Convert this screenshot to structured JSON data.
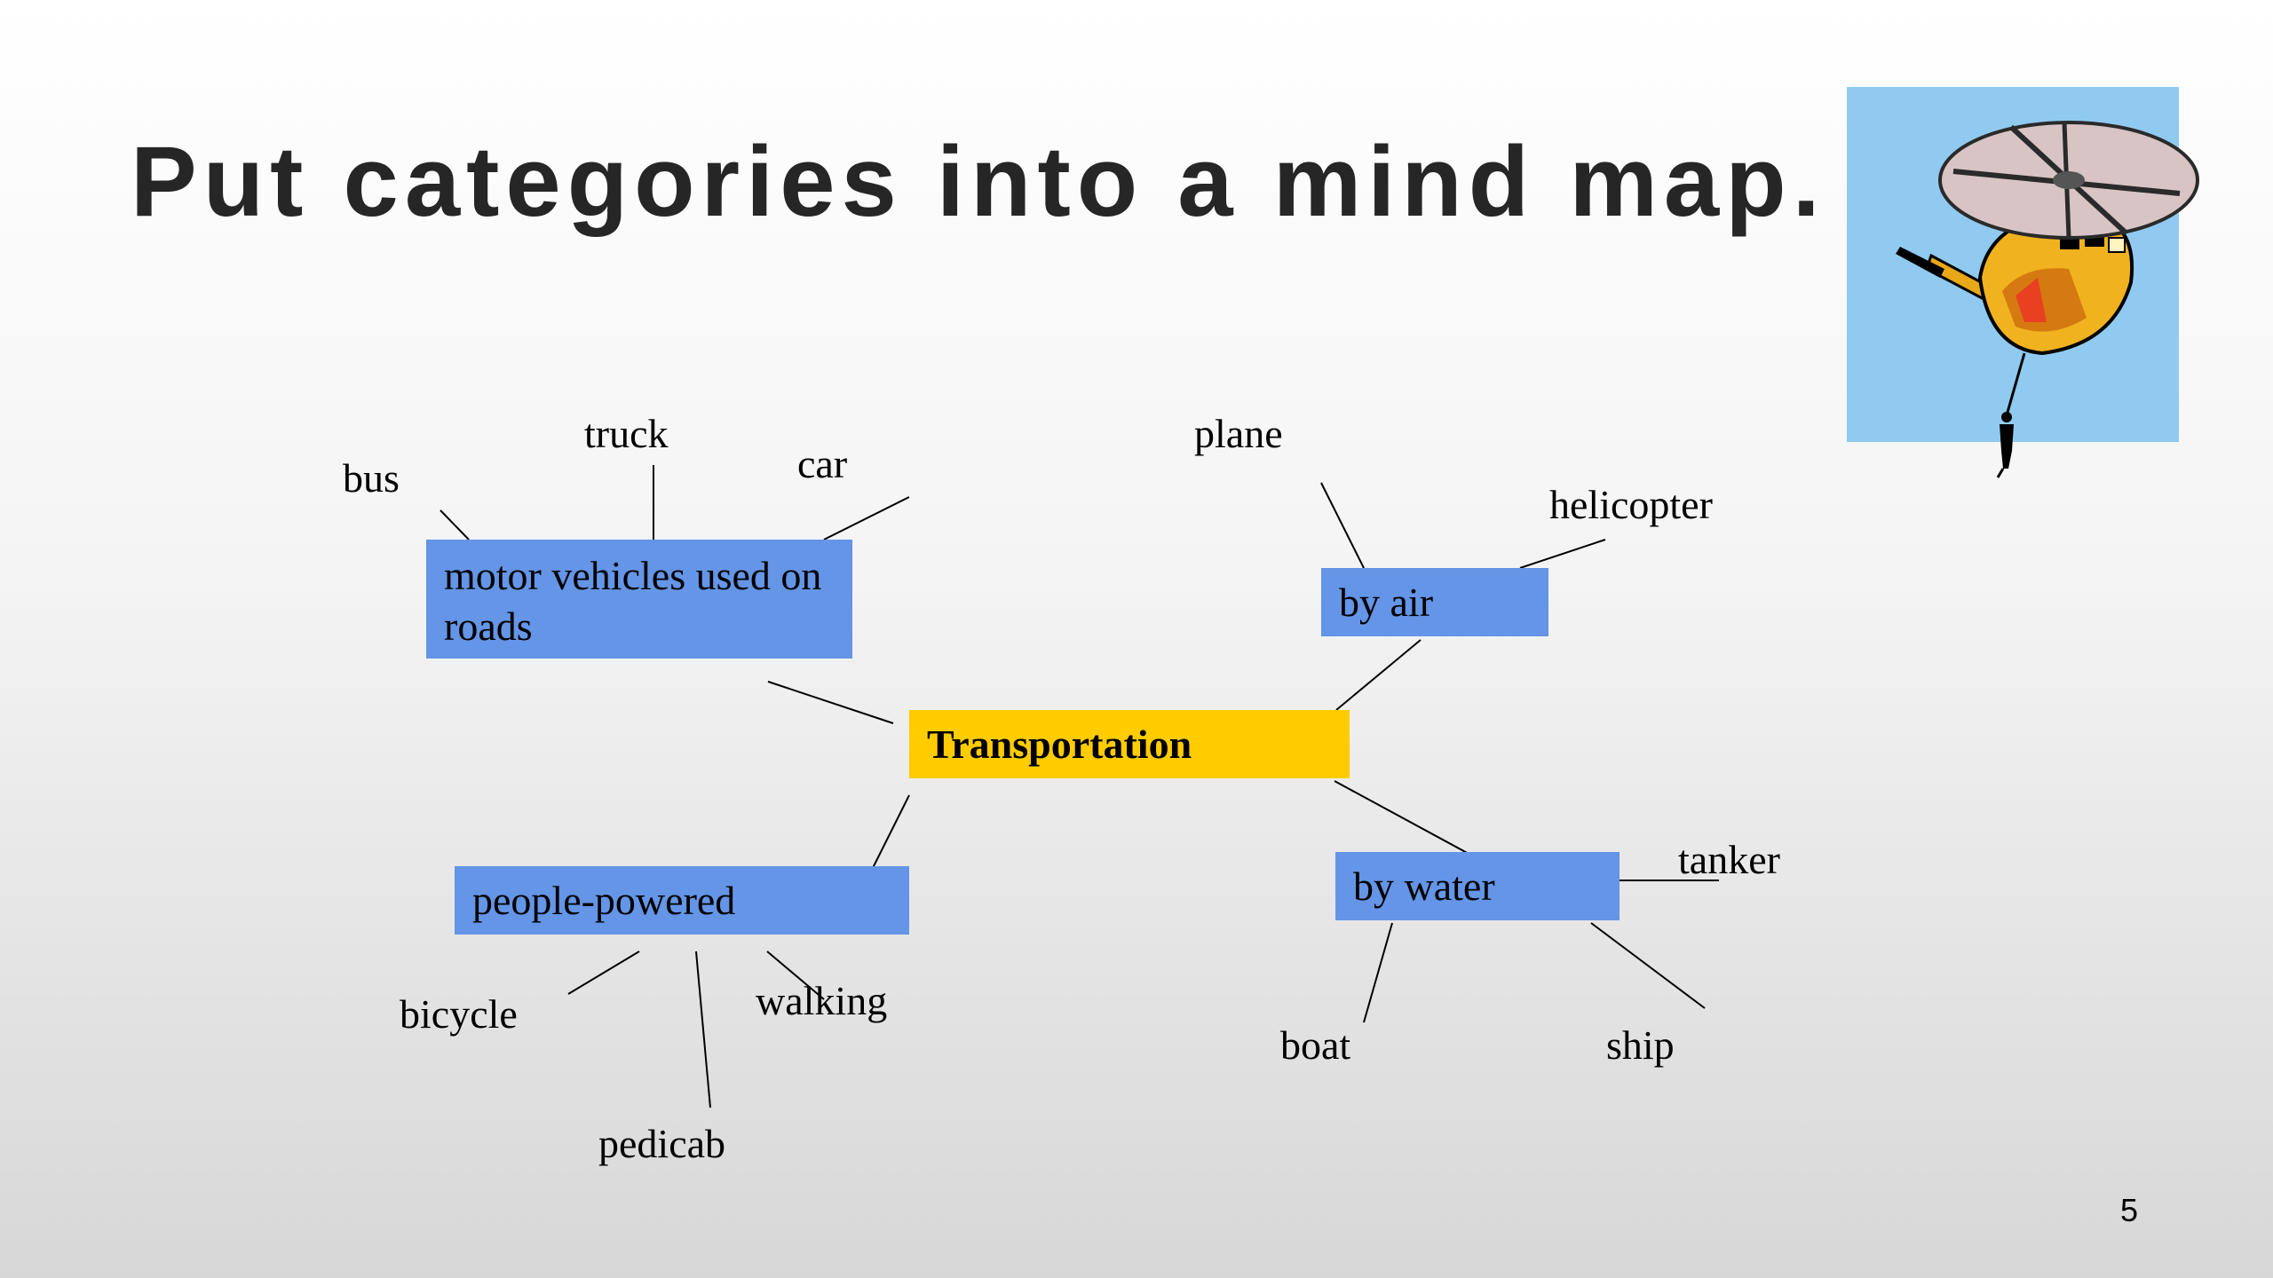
{
  "slide": {
    "title": "Put categories into a mind map.",
    "page_number": "5"
  },
  "mindmap": {
    "center": "Transportation",
    "categories": {
      "roads": "motor vehicles used on roads",
      "air": "by air",
      "water": "by water",
      "people": "people-powered"
    },
    "words": {
      "bus": "bus",
      "truck": "truck",
      "car": "car",
      "plane": "plane",
      "helicopter": "helicopter",
      "tanker": "tanker",
      "boat": "boat",
      "ship": "ship",
      "bicycle": "bicycle",
      "pedicab": "pedicab",
      "walking": "walking"
    }
  },
  "colors": {
    "category_fill": "#6495e6",
    "center_fill": "#ffcc00",
    "clipart_background": "#90caf0",
    "title_text": "#262626"
  },
  "icons": {
    "clipart": "helicopter-rescue-clipart"
  }
}
